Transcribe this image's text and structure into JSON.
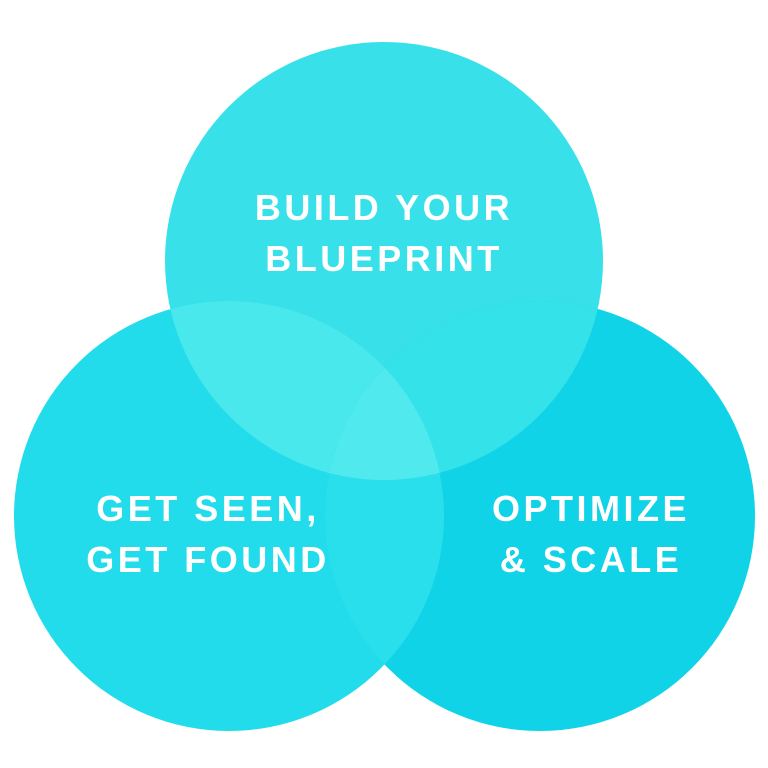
{
  "venn": {
    "background_color": "#ffffff",
    "label_color": "#ffffff",
    "sets": [
      {
        "id": "build-your-blueprint",
        "line1": "BUILD YOUR",
        "line2": "BLUEPRINT",
        "color": "#38E1E9"
      },
      {
        "id": "get-seen-get-found",
        "line1": "GET SEEN,",
        "line2": "GET FOUND",
        "color": "#22DCEB"
      },
      {
        "id": "optimize-and-scale",
        "line1": "OPTIMIZE",
        "line2": "& SCALE",
        "color": "#10D3E7"
      }
    ],
    "overlap_colors": {
      "top_left": "#48E8EC",
      "top_right": "#34E2E9",
      "left_right": "#2ADFEC",
      "center": "#50EAEE"
    }
  }
}
